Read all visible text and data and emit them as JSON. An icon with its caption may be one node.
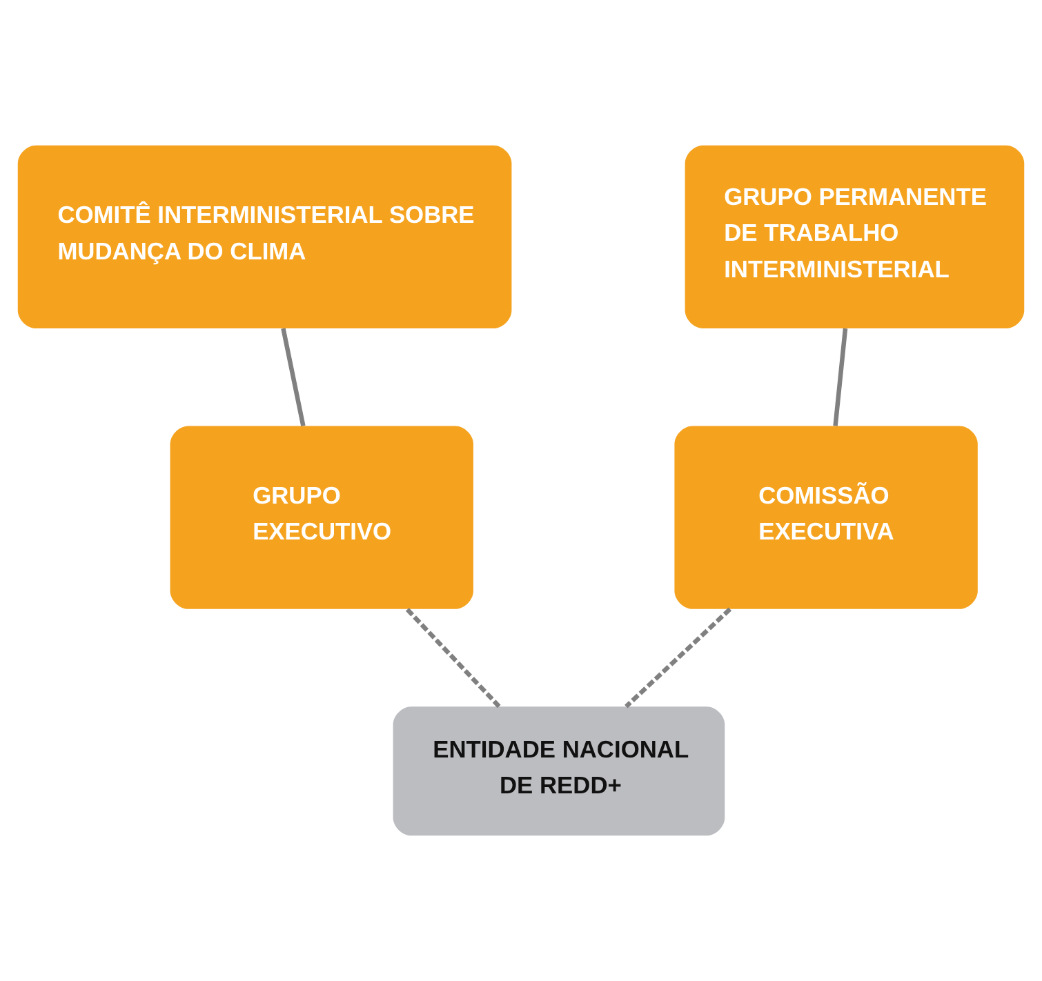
{
  "diagram": {
    "nodes": [
      {
        "text": [
          "COMITÊ INTERMINISTERIAL SOBRE MUDANÇA DO CLIMA"
        ]
      },
      {
        "text": [
          "GRUPO PERMANENTE DE TRABALHO INTERMINISTERIAL"
        ]
      },
      {
        "text": [
          "GRUPO EXECUTIVO"
        ]
      },
      {
        "text": [
          "COMISSÃO EXECUTIVA"
        ]
      },
      {
        "text": [
          "ENTIDADE NACIONAL DE REDD+"
        ]
      }
    ],
    "edges": [
      {
        "from": 0,
        "to": 2,
        "arrow": "none"
      },
      {
        "from": 1,
        "to": 3,
        "arrow": "none"
      },
      {
        "from": 2,
        "to": 4,
        "arrow": "none",
        "style": "dashed"
      },
      {
        "from": 3,
        "to": 4,
        "arrow": "none",
        "style": "dashed"
      }
    ]
  }
}
